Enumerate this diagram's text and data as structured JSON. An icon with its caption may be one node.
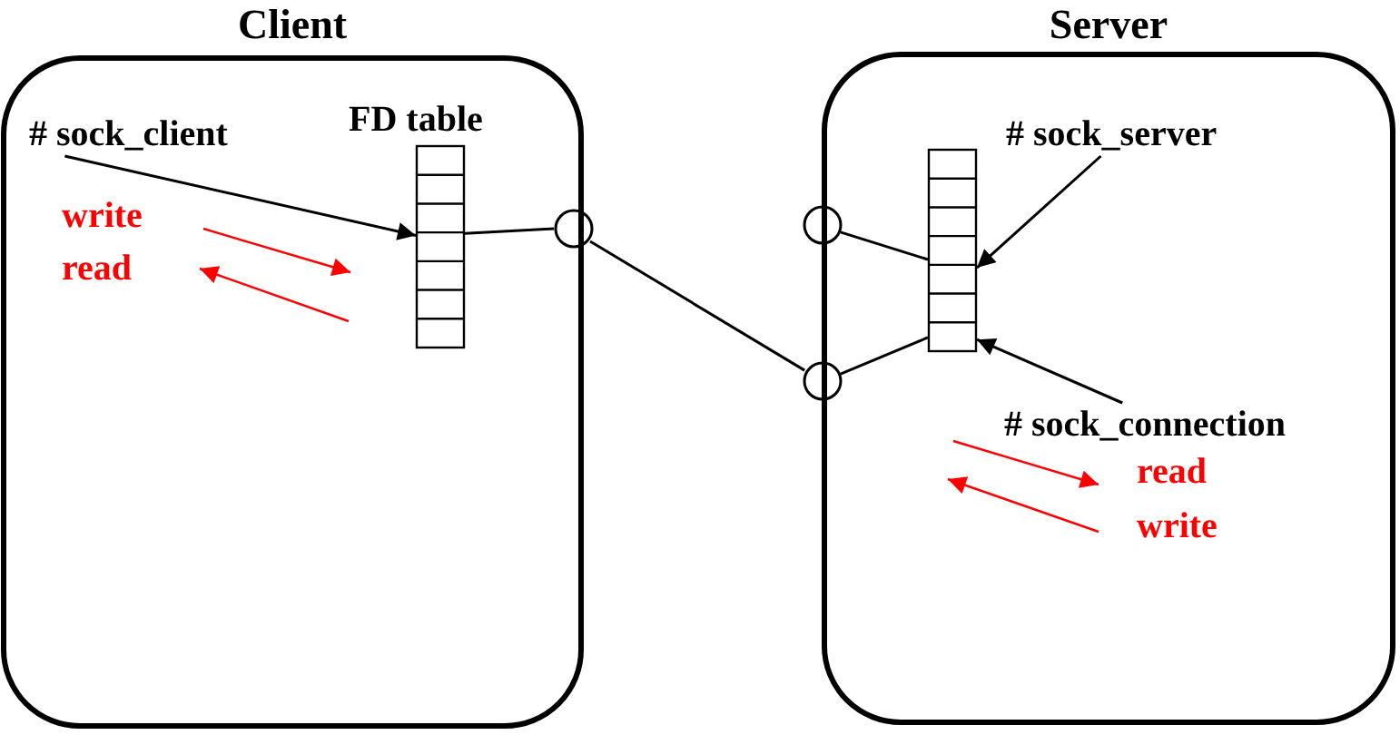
{
  "diagram": {
    "nodes": [
      {
        "text": [
          "Client"
        ]
      },
      {
        "text": [
          "# sock_client"
        ],
        "in": 0
      },
      {
        "text": [
          "FD table"
        ],
        "in": 0
      },
      {
        "text": [],
        "shape": "circle"
      },
      {
        "text": [
          "Server"
        ]
      },
      {
        "text": [
          "# sock_server"
        ],
        "in": 4
      },
      {
        "text": [],
        "shape": "box",
        "in": 4
      },
      {
        "text": [],
        "shape": "circle"
      },
      {
        "text": [],
        "shape": "circle"
      },
      {
        "text": [
          "# sock_connection"
        ],
        "in": 4
      }
    ],
    "edges": [
      {
        "from": 1,
        "to": 2,
        "arrow": "to"
      },
      {
        "from": 2,
        "to": 3,
        "arrow": "none"
      },
      {
        "from": 3,
        "to": 8,
        "arrow": "none"
      },
      {
        "from": 7,
        "to": 6,
        "arrow": "none"
      },
      {
        "from": 8,
        "to": 6,
        "arrow": "none"
      },
      {
        "from": 5,
        "to": 6,
        "arrow": "to"
      },
      {
        "from": 9,
        "to": 6,
        "arrow": "to"
      }
    ],
    "labels": [
      "write",
      "read",
      "read",
      "write"
    ]
  }
}
